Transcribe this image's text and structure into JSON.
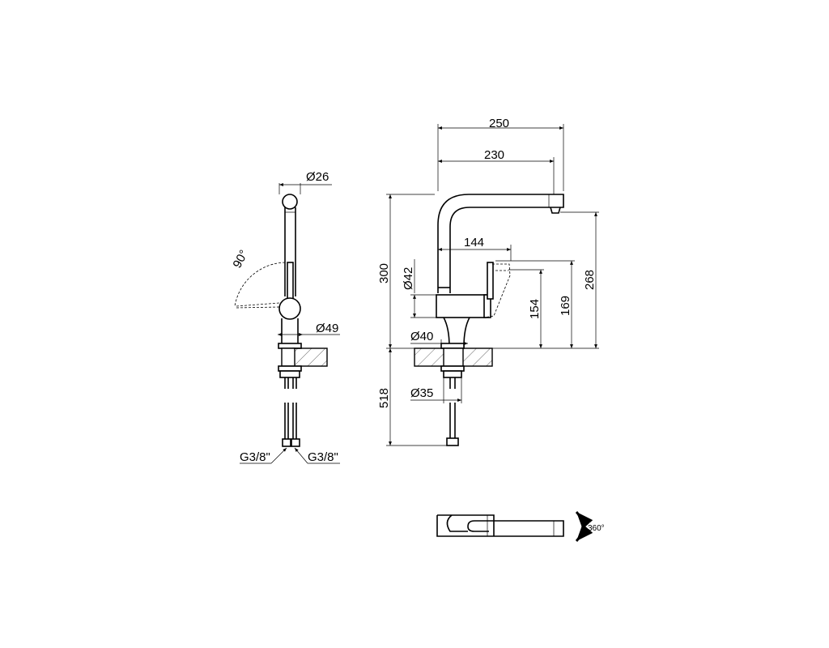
{
  "side_view": {
    "dia_spout": "Ø26",
    "angle": "90°",
    "dia_base": "Ø49",
    "thread_left": "G3/8\"",
    "thread_right": "G3/8\""
  },
  "front_view": {
    "dim_total_reach": "250",
    "dim_spout_reach": "230",
    "dim_lever_reach": "144",
    "dim_total_height": "300",
    "dim_spout_height": "268",
    "dim_lever_height": "169",
    "dim_body_height": "154",
    "dim_under_sink": "518",
    "dia_body": "Ø42",
    "dia_base": "Ø40",
    "dia_hole": "Ø35"
  },
  "top_view": {
    "rotation": "360°"
  }
}
